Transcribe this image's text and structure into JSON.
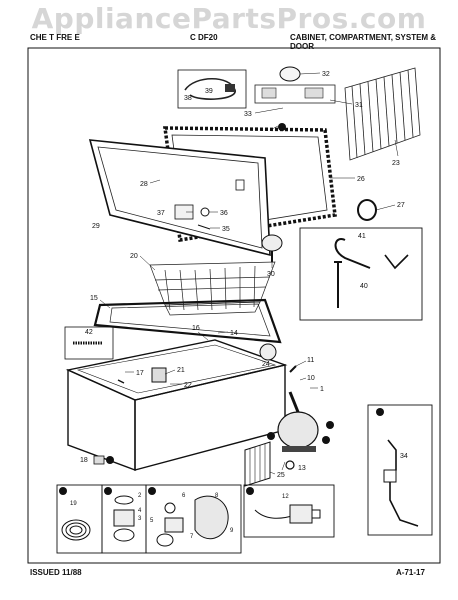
{
  "watermark": "AppliancePartsPros.com",
  "header": {
    "left": "CHE T FRE E",
    "model": "C DF20",
    "right": "CABINET, COMPARTMENT, SYSTEM & DOOR"
  },
  "footer": {
    "issued": "ISSUED 11/88",
    "page": "A-71-17"
  },
  "callouts": [
    "1",
    "2",
    "3",
    "4",
    "5",
    "6",
    "7",
    "8",
    "9",
    "10",
    "11",
    "12",
    "13",
    "14",
    "15",
    "16",
    "17",
    "18",
    "19",
    "20",
    "21",
    "22",
    "23",
    "24",
    "25",
    "26",
    "27",
    "28",
    "29",
    "30",
    "31",
    "32",
    "33",
    "34",
    "35",
    "36",
    "37",
    "38",
    "39",
    "40",
    "41",
    "42"
  ],
  "insets": [
    {
      "number": "1",
      "parts": [
        "19"
      ]
    },
    {
      "number": "2",
      "parts": [
        "2",
        "3",
        "4"
      ]
    },
    {
      "number": "3",
      "parts": [
        "5",
        "6",
        "7",
        "8",
        "9"
      ]
    },
    {
      "number": "4",
      "parts": [
        "12"
      ]
    },
    {
      "number": "5",
      "parts": [
        "34"
      ]
    }
  ]
}
